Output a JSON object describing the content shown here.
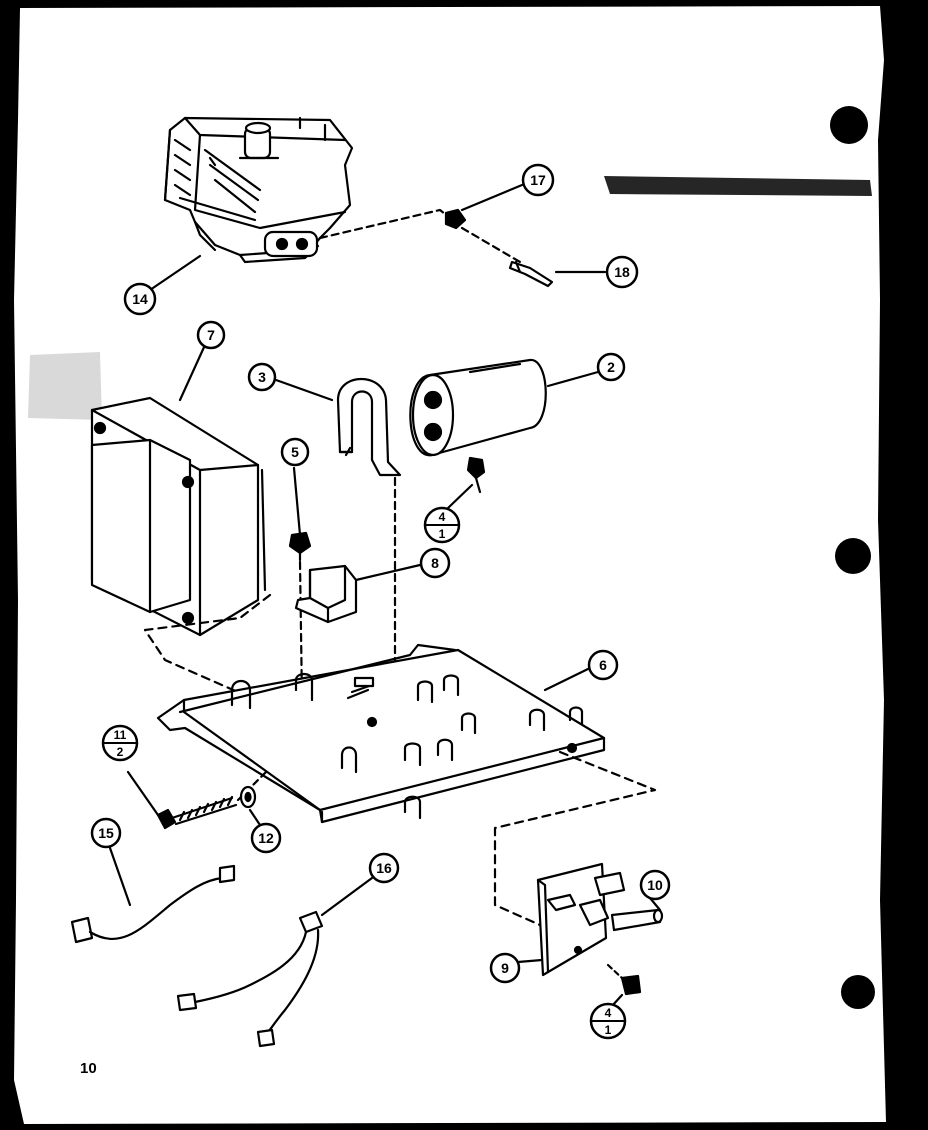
{
  "page_number": "10",
  "callouts": {
    "c17": "17",
    "c18": "18",
    "c14": "14",
    "c7": "7",
    "c3": "3",
    "c2": "2",
    "c5": "5",
    "c4a_top": "4",
    "c4a_bot": "1",
    "c8": "8",
    "c6": "6",
    "c11_top": "11",
    "c11_bot": "2",
    "c12": "12",
    "c15": "15",
    "c16": "16",
    "c10": "10",
    "c9": "9",
    "c4b_top": "4",
    "c4b_bot": "1"
  },
  "colors": {
    "ink": "#000000",
    "paper": "#ffffff"
  }
}
